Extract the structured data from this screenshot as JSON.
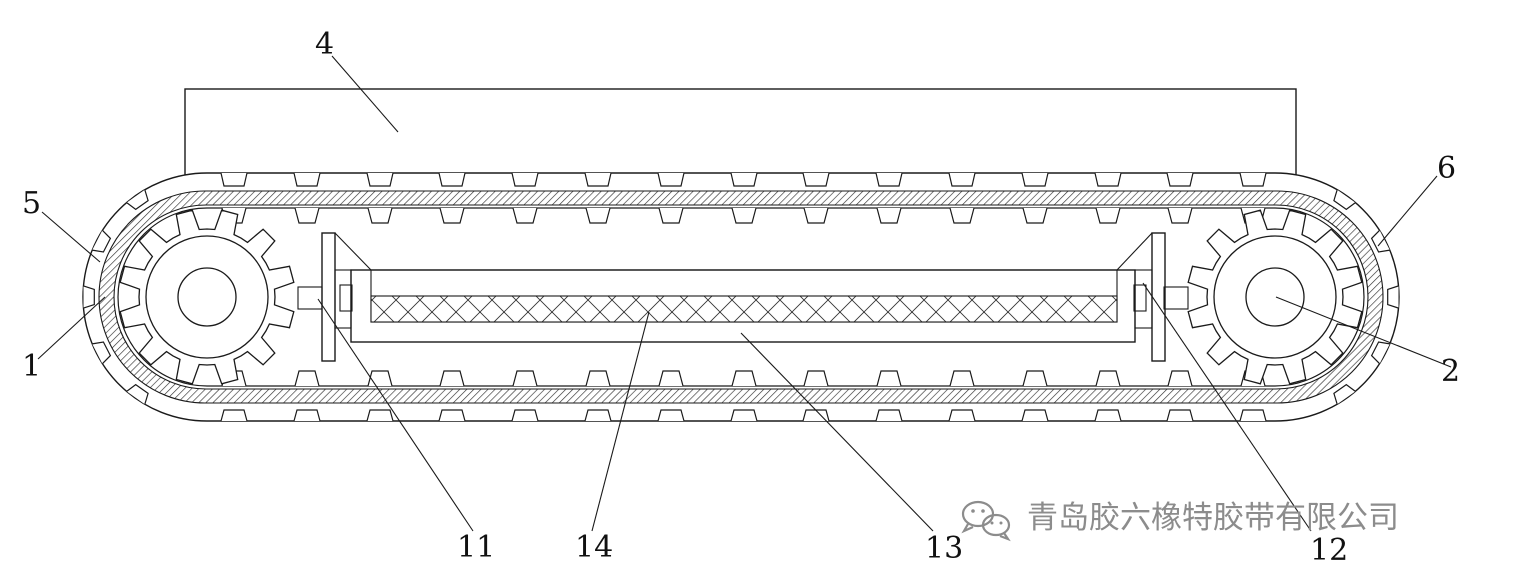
{
  "callouts": {
    "c4": "4",
    "c5": "5",
    "c6": "6",
    "c1": "1",
    "c2": "2",
    "c11": "11",
    "c14": "14",
    "c13": "13",
    "c12": "12"
  },
  "watermark": {
    "text": "青岛胶六橡特胶带有限公司",
    "icon": "wechat-icon"
  },
  "colors": {
    "line": "#1a1a1a",
    "watermark": "#8c8c8c",
    "background": "#ffffff"
  }
}
